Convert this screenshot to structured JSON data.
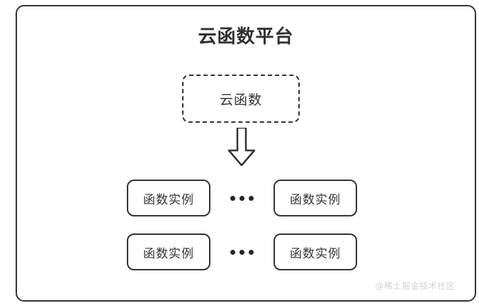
{
  "diagram": {
    "type": "architecture-block-diagram",
    "platform": {
      "title": "云函数平台"
    },
    "cloud_function": {
      "label": "云函数",
      "border_style": "dashed"
    },
    "arrow": {
      "name": "down-arrow",
      "direction": "down",
      "style": "hollow-block"
    },
    "instance_rows": [
      {
        "left": {
          "label": "函数实例"
        },
        "separator": {
          "label": "•••",
          "dots": 3
        },
        "right": {
          "label": "函数实例"
        }
      },
      {
        "left": {
          "label": "函数实例"
        },
        "separator": {
          "label": "•••",
          "dots": 3
        },
        "right": {
          "label": "函数实例"
        }
      }
    ],
    "watermark": "@稀土掘金技术社区",
    "colors": {
      "stroke": "#333437",
      "title_text": "#2f3032",
      "body_text": "#333437",
      "background": "#ffffff",
      "watermark": "#d2d4d8",
      "dot": "#242528"
    }
  }
}
